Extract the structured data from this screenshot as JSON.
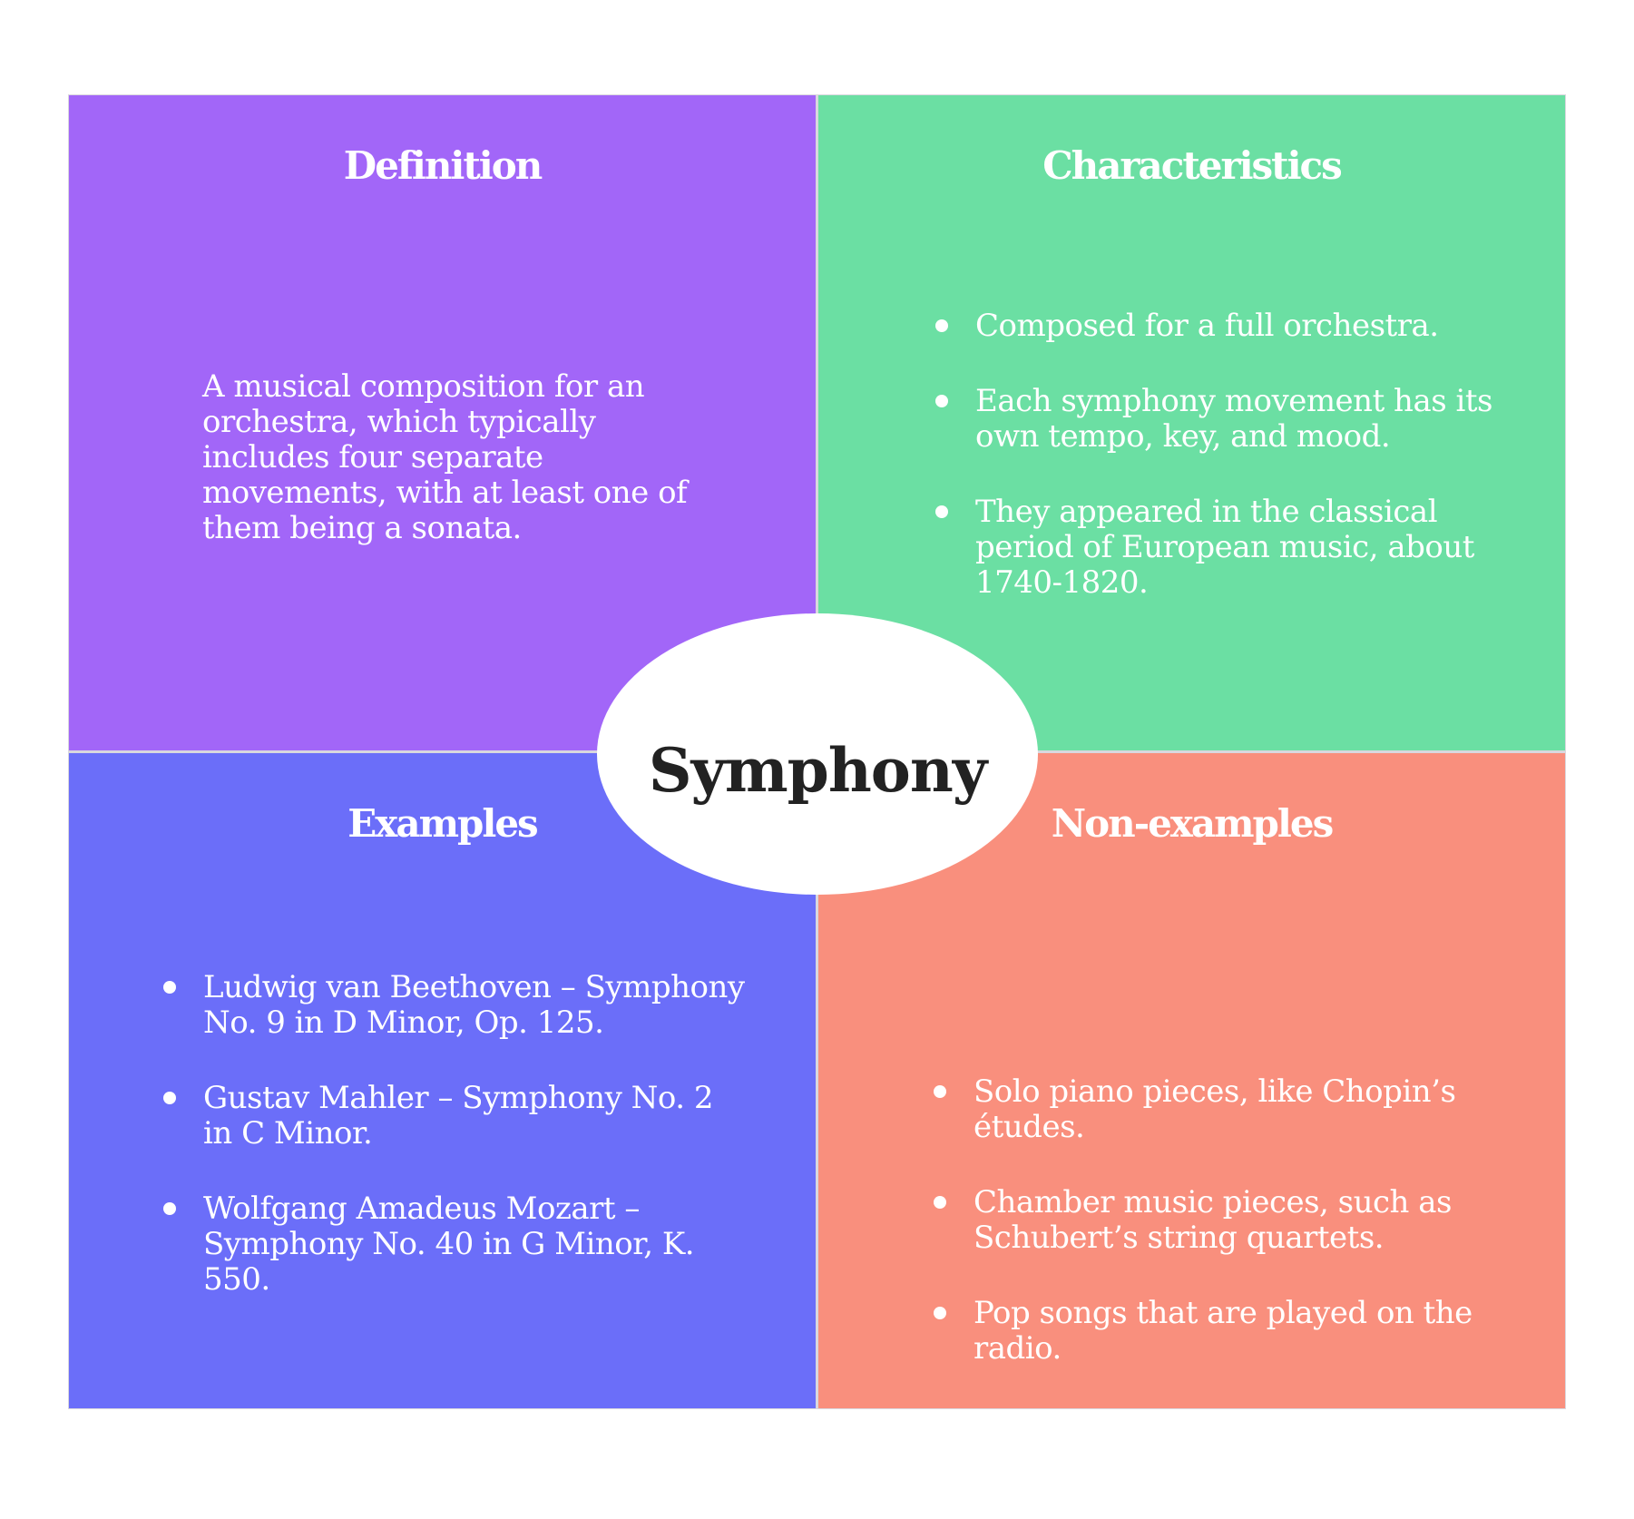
{
  "center": {
    "label": "Symphony"
  },
  "colors": {
    "definition_bg": "#a266f8",
    "characteristics_bg": "#6bdfa3",
    "examples_bg": "#6b6ef9",
    "non_examples_bg": "#f98f7d",
    "heading_text": "#ffffff",
    "body_text": "#ffffff",
    "center_bg": "#ffffff",
    "center_text": "#222222",
    "divider_line": "#d9d7de"
  },
  "quadrants": {
    "definition": {
      "title": "Definition",
      "body": "A musical composition for an\norchestra, which typically\nincludes four separate\nmovements, with at least one of\nthem being a sonata."
    },
    "characteristics": {
      "title": "Characteristics",
      "items": [
        "Composed for a full orchestra.",
        "Each symphony movement has its\nown tempo, key, and mood.",
        "They appeared in the classical\nperiod of European music, about\n1740-1820."
      ]
    },
    "examples": {
      "title": "Examples",
      "items": [
        "Ludwig van Beethoven – Symphony\nNo. 9 in D Minor, Op. 125.",
        "Gustav Mahler – Symphony No. 2\nin C Minor.",
        "Wolfgang Amadeus Mozart –\nSymphony No. 40 in G Minor, K.\n550."
      ]
    },
    "non_examples": {
      "title": "Non-examples",
      "items": [
        "Solo piano pieces, like Chopin’s\nétudes.",
        "Chamber music pieces, such as\nSchubert’s string quartets.",
        "Pop songs that are played on the\nradio."
      ]
    }
  }
}
